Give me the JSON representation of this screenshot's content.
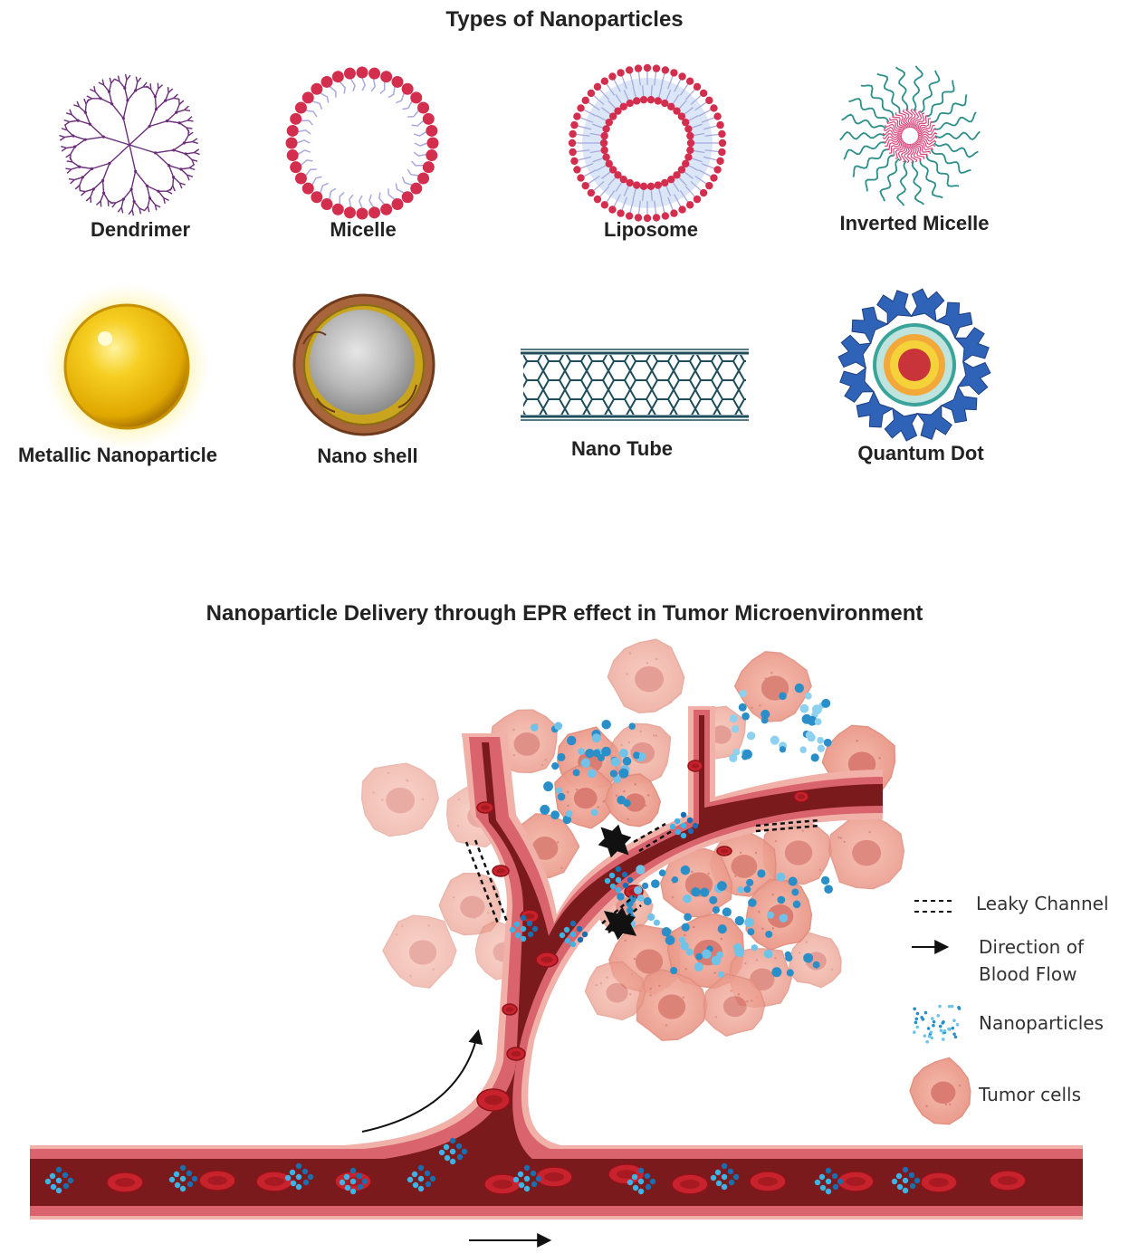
{
  "titles": {
    "types": "Types of Nanoparticles",
    "epr": "Nanoparticle Delivery through EPR effect in Tumor Microenvironment"
  },
  "nanoparticles": [
    {
      "id": "dendrimer",
      "label": "Dendrimer"
    },
    {
      "id": "micelle",
      "label": "Micelle"
    },
    {
      "id": "liposome",
      "label": "Liposome"
    },
    {
      "id": "inverted-micelle",
      "label": "Inverted Micelle"
    },
    {
      "id": "metallic",
      "label": "Metallic Nanoparticle"
    },
    {
      "id": "nano-shell",
      "label": "Nano shell"
    },
    {
      "id": "nano-tube",
      "label": "Nano Tube"
    },
    {
      "id": "quantum-dot",
      "label": "Quantum Dot"
    }
  ],
  "legend": {
    "leaky_channel": "Leaky Channel",
    "direction_line1": "Direction of",
    "direction_line2": "Blood Flow",
    "nanoparticles": "Nanoparticles",
    "tumor_cells": "Tumor cells"
  },
  "colors": {
    "vessel_dark": "#7a1a1c",
    "vessel_wall": "#d9646e",
    "vessel_wall_light": "#f1b0a8",
    "rbc": "#c8232d",
    "tumor_cell": "#f0a898",
    "tumor_nucleus": "#d9766a",
    "nanoparticle": "#2a8fc9",
    "head_red": "#d42e4e",
    "tail_lavender": "#a9a9df",
    "dendrimer": "#6b2c7a",
    "gold": "#f0c020",
    "quantum_blue": "#2f63b8"
  }
}
